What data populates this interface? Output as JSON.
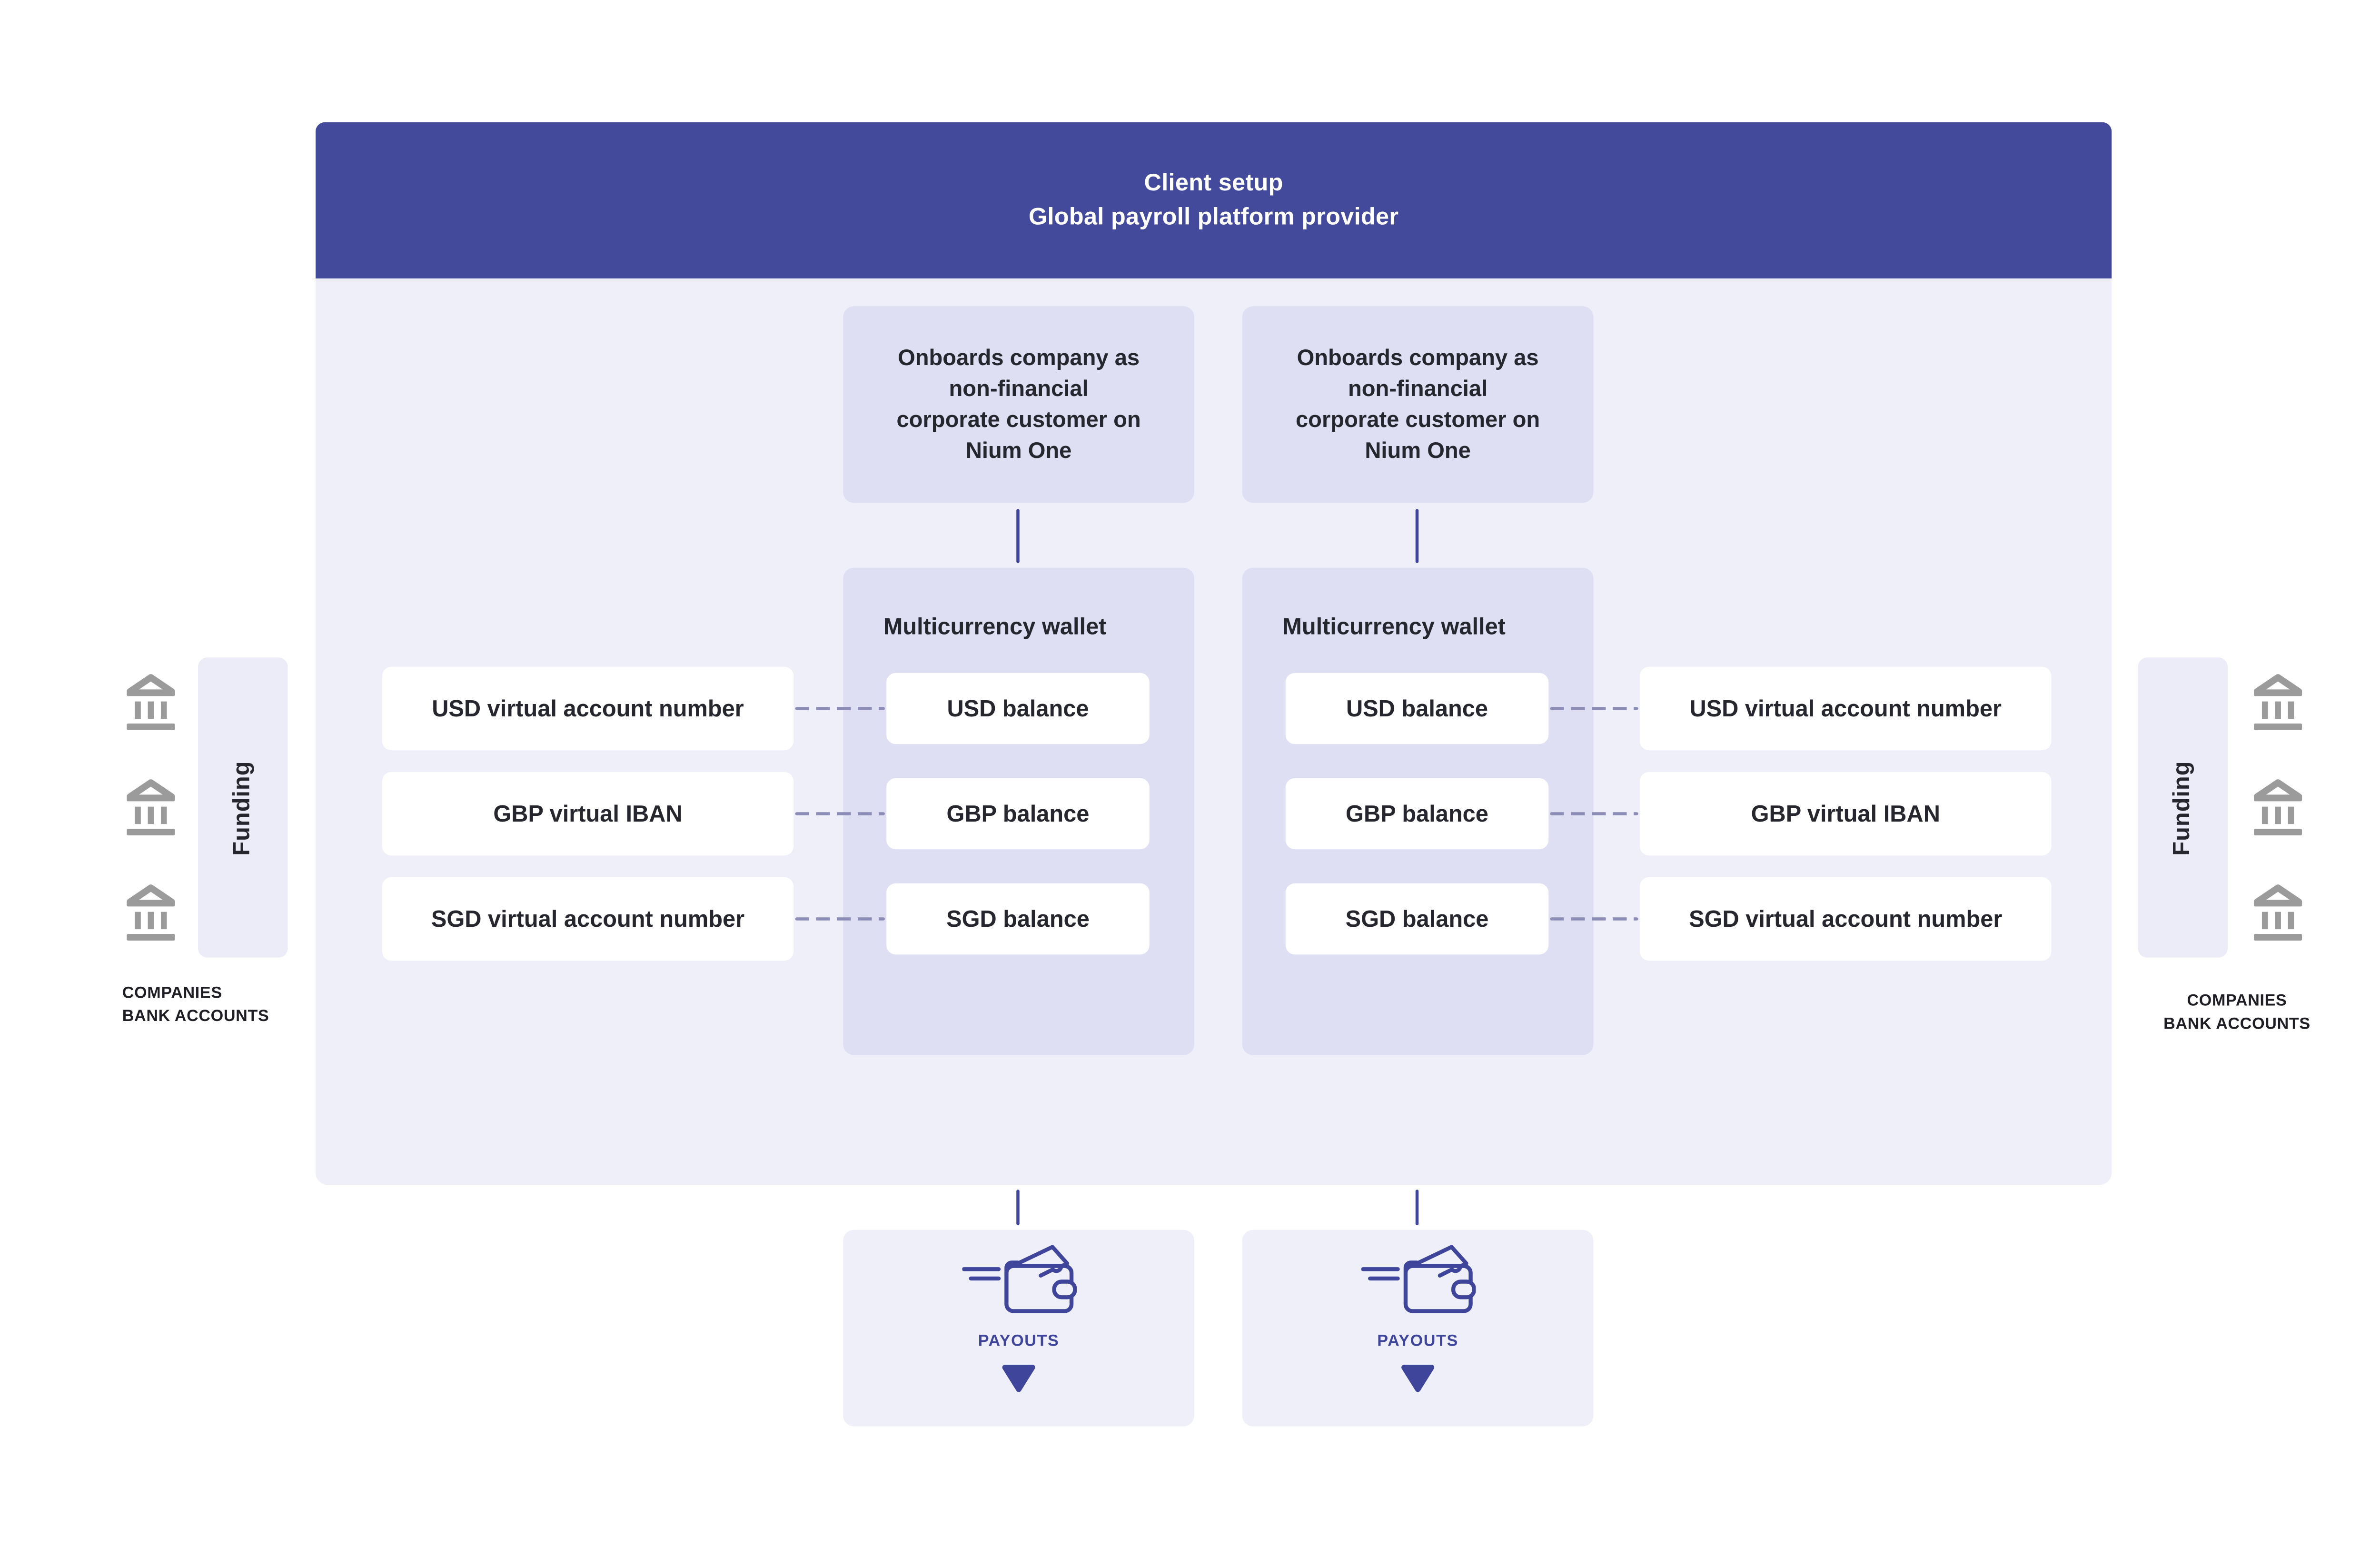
{
  "banner": {
    "title": "Client setup",
    "subtitle": "Global payroll platform provider"
  },
  "onboarding": [
    {
      "text": "Onboards company as\nnon-financial\ncorporate customer on\nNium One"
    },
    {
      "text": "Onboards company as\nnon-financial\ncorporate customer on\nNium One"
    }
  ],
  "wallets": [
    {
      "title": "Multicurrency wallet",
      "balances": [
        "USD balance",
        "GBP balance",
        "SGD balance"
      ]
    },
    {
      "title": "Multicurrency wallet",
      "balances": [
        "USD balance",
        "GBP balance",
        "SGD balance"
      ]
    }
  ],
  "accounts_left": [
    "USD virtual account number",
    "GBP virtual IBAN",
    "SGD virtual account number"
  ],
  "accounts_right": [
    "USD virtual account number",
    "GBP virtual IBAN",
    "SGD virtual account number"
  ],
  "funding_left": {
    "label": "Funding"
  },
  "funding_right": {
    "label": "Funding"
  },
  "companies_left": {
    "text": "COMPANIES\nBANK ACCOUNTS"
  },
  "companies_right": {
    "text": "COMPANIES\nBANK ACCOUNTS"
  },
  "payouts": [
    {
      "label": "PAYOUTS"
    },
    {
      "label": "PAYOUTS"
    }
  ],
  "icons": {
    "bank": "bank-building-icon",
    "wallet": "wallet-payout-icon",
    "arrow": "triangle-down-icon"
  },
  "colors": {
    "banner": "#444A9B",
    "panel": "#EFEFFA",
    "box": "#DEDFF2",
    "accent": "#3E459A",
    "dash": "#8B8DB6",
    "bank_gray": "#9B9B9B",
    "funding_bar": "#EBECF7",
    "text_dark": "#26262E"
  }
}
